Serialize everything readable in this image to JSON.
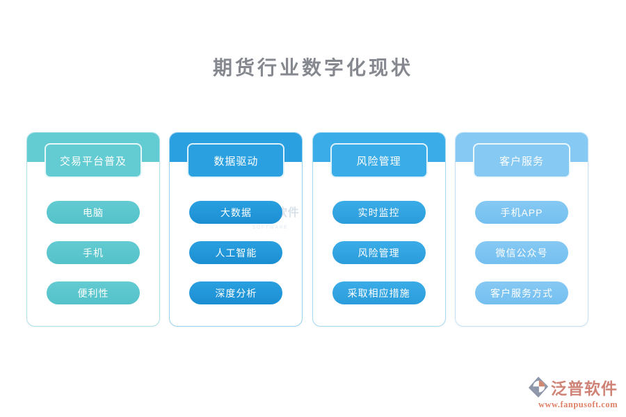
{
  "title": "期货行业数字化现状",
  "columns": [
    {
      "header": "交易平台普及",
      "items": [
        "电脑",
        "手机",
        "便利性"
      ],
      "colors": {
        "main": "#63cbd2",
        "dark": "#54c1c9",
        "border": "#aee2e6"
      }
    },
    {
      "header": "数据驱动",
      "items": [
        "大数据",
        "人工智能",
        "深度分析"
      ],
      "colors": {
        "main": "#2aa0e0",
        "dark": "#1b8ed2",
        "border": "#9cd2f0"
      }
    },
    {
      "header": "风险管理",
      "items": [
        "实时监控",
        "风险管理",
        "采取相应措施"
      ],
      "colors": {
        "main": "#3aace7",
        "dark": "#2b9cdb",
        "border": "#a6d9f4"
      }
    },
    {
      "header": "客户服务",
      "items": [
        "手机APP",
        "微信公众号",
        "客户服务方式"
      ],
      "colors": {
        "main": "#86c9f3",
        "dark": "#74bff0",
        "border": "#c3e2f9"
      }
    }
  ],
  "watermark": {
    "brand": "泛普软件",
    "subbrand": "FANPU SOFTWARE"
  },
  "footer": {
    "brand": "泛普软件",
    "url": "www.fanpusoft.com",
    "brand_color": "#cf8376",
    "url_color": "#df8168",
    "mark_gray": "#8d97a9",
    "mark_accent": "#d08a73"
  }
}
